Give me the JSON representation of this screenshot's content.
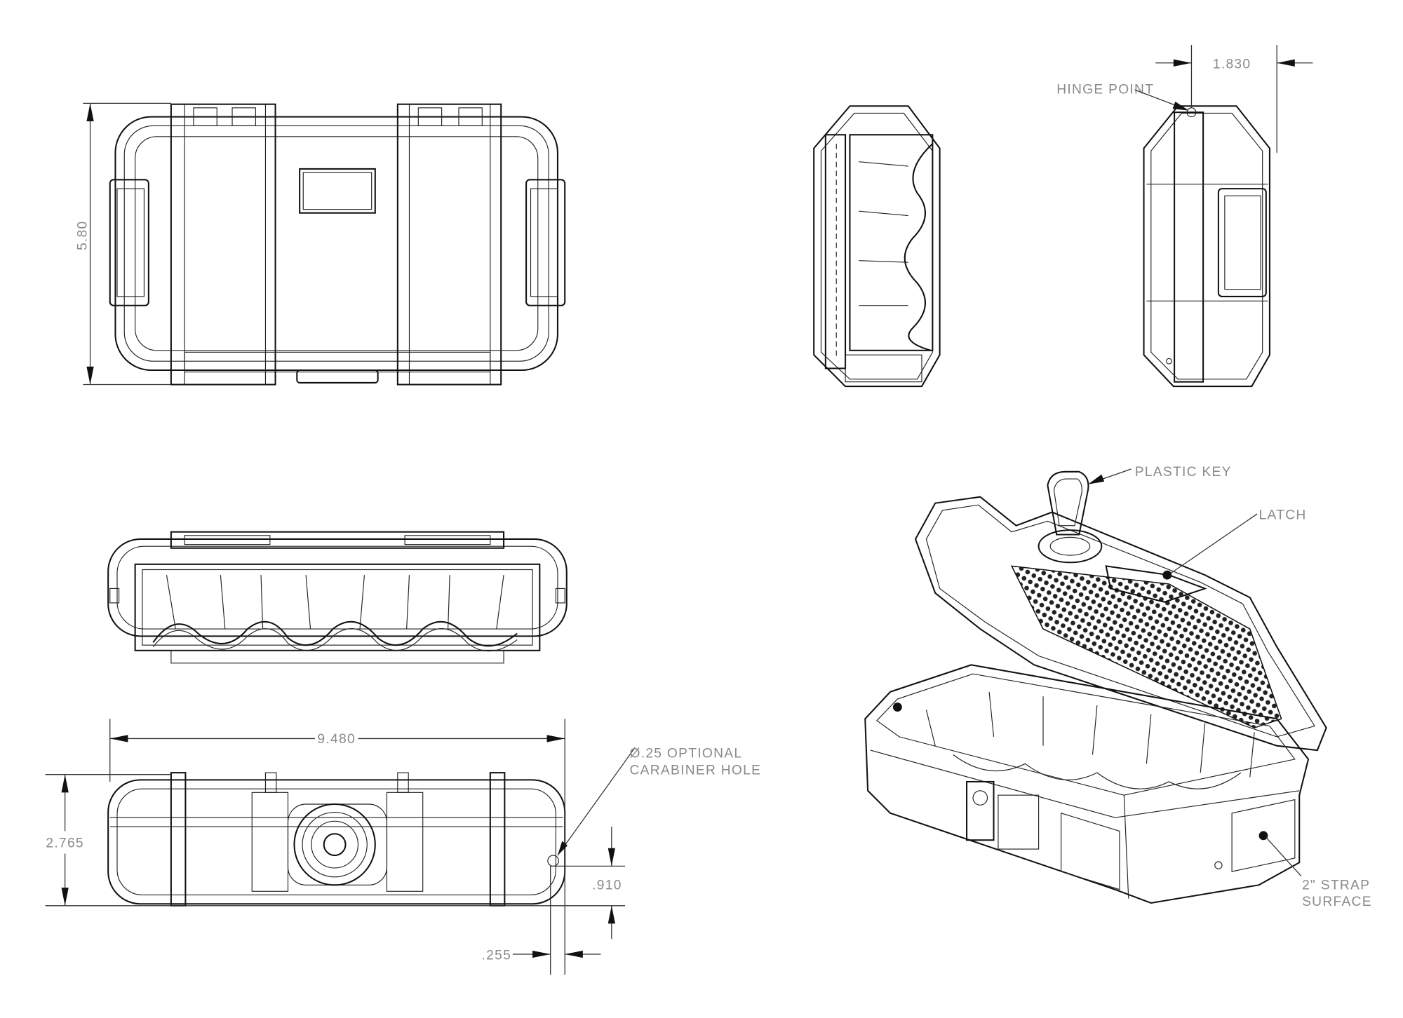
{
  "drawing": {
    "dimensions": {
      "height_top_view": "5.80",
      "overall_length": "9.480",
      "overall_height": "2.765",
      "hole_height": ".910",
      "hole_offset": ".255",
      "depth_side_view": "1.830"
    },
    "callouts": {
      "hinge_point": "HINGE POINT",
      "carabiner_line1": "Ø.25 OPTIONAL",
      "carabiner_line2": "CARABINER HOLE",
      "plastic_key": "PLASTIC KEY",
      "latch": "LATCH",
      "strap_line1": "2\" STRAP",
      "strap_line2": "SURFACE"
    }
  }
}
